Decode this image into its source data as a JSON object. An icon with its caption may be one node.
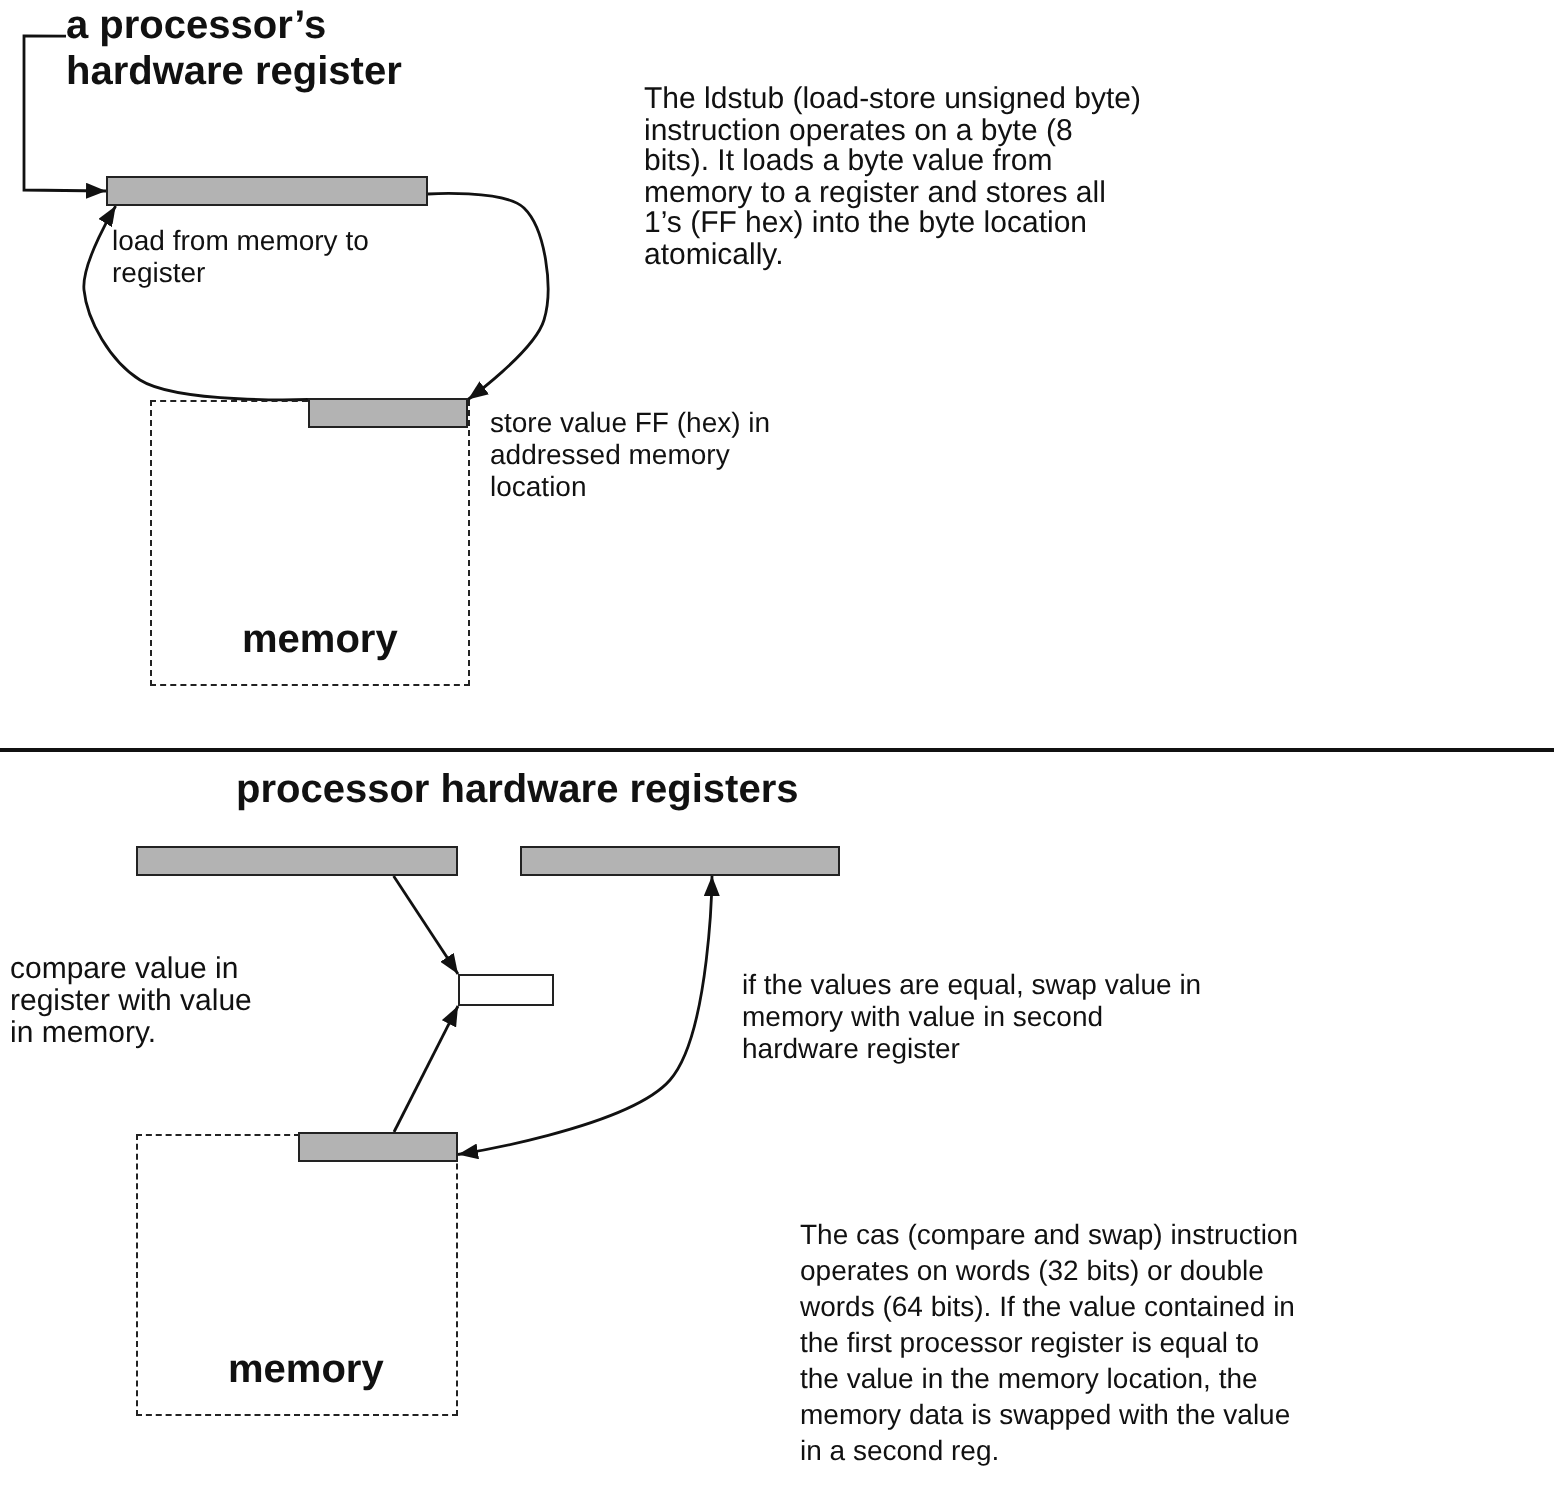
{
  "diagram": {
    "nodes": [
      {
        "text": [
          "a processor’s hardware register"
        ]
      },
      {
        "text": [],
        "shape": "bar"
      },
      {
        "text": [
          "memory"
        ]
      },
      {
        "text": [],
        "shape": "bar",
        "in": 2,
        "beside": [
          "store value FF (hex) in addressed memory location"
        ]
      },
      {
        "text": [],
        "shape": "bar"
      },
      {
        "text": [],
        "shape": "bar"
      },
      {
        "text": [],
        "shape": "box"
      },
      {
        "text": [
          "memory"
        ]
      },
      {
        "text": [],
        "shape": "bar",
        "in": 7
      }
    ],
    "edges": [
      {
        "from": 0,
        "to": 1,
        "arrow": "to"
      },
      {
        "from": 1,
        "to": 3,
        "arrow": "to"
      },
      {
        "from": 3,
        "to": 1,
        "arrow": "to",
        "label": "load from memory to register"
      },
      {
        "from": 4,
        "to": 6,
        "arrow": "to"
      },
      {
        "from": 8,
        "to": 6,
        "arrow": "to"
      },
      {
        "from": 8,
        "to": 5,
        "arrow": "both",
        "label": "if the values are equal, swap value in memory with value in second hardware register"
      }
    ],
    "labels": [
      "compare value in register with value in memory.",
      "The ldstub (load-store unsigned byte) instruction operates on a byte (8 bits). It loads a byte value from memory to a register and stores all 1’s (FF hex) into the byte location atomically.",
      "processor hardware registers",
      "The cas (compare and swap) instruction operates on words (32 bits) or double words (64 bits). If the value contained in the first processor register is equal to the value in the memory location, the memory data is swapped with the value in a second reg."
    ]
  }
}
